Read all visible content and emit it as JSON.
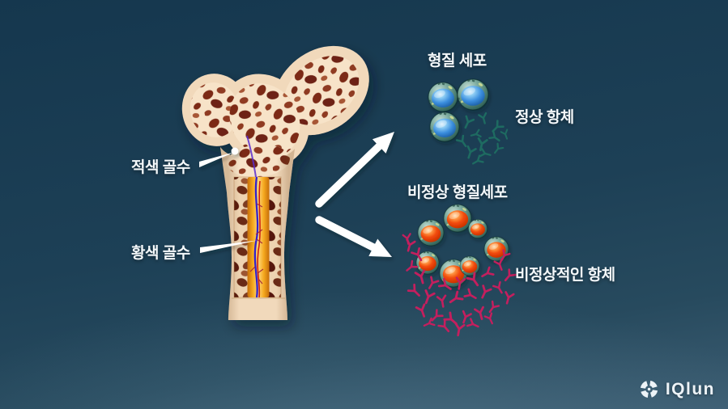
{
  "bone": {
    "red_marrow_label": "적색 골수",
    "yellow_marrow_label": "황색 골수"
  },
  "normal_group": {
    "cells_label": "형질 세포",
    "antibody_label": "정상 항체",
    "cell_count": 3
  },
  "abnormal_group": {
    "cells_label": "비정상 형질세포",
    "antibody_label": "비정상적인 항체",
    "cell_count": 7
  },
  "logo": {
    "text": "IQlun"
  },
  "colors": {
    "background_top": "#15374e",
    "background_mid": "#1d4056",
    "background_bottom": "#3c5d72",
    "bone_cortex": "#f1d9bb",
    "bone_web": "#f7e3c8",
    "marrow_hole": "#7c2b16",
    "marrow_shaft": "#63200e",
    "yellow_marrow": "#ffc14d",
    "vessel_blue": "#3222cf",
    "vessel_red": "#cf1d10",
    "normal_cell": "#3b8ede",
    "abnormal_cell": "#f1490a",
    "membrane": "#4a7c70",
    "normal_antibody": "#1e6b61",
    "abnormal_antibody": "#c41f5e",
    "label_text": "#f4f8fa",
    "arrow": "#ffffff"
  }
}
